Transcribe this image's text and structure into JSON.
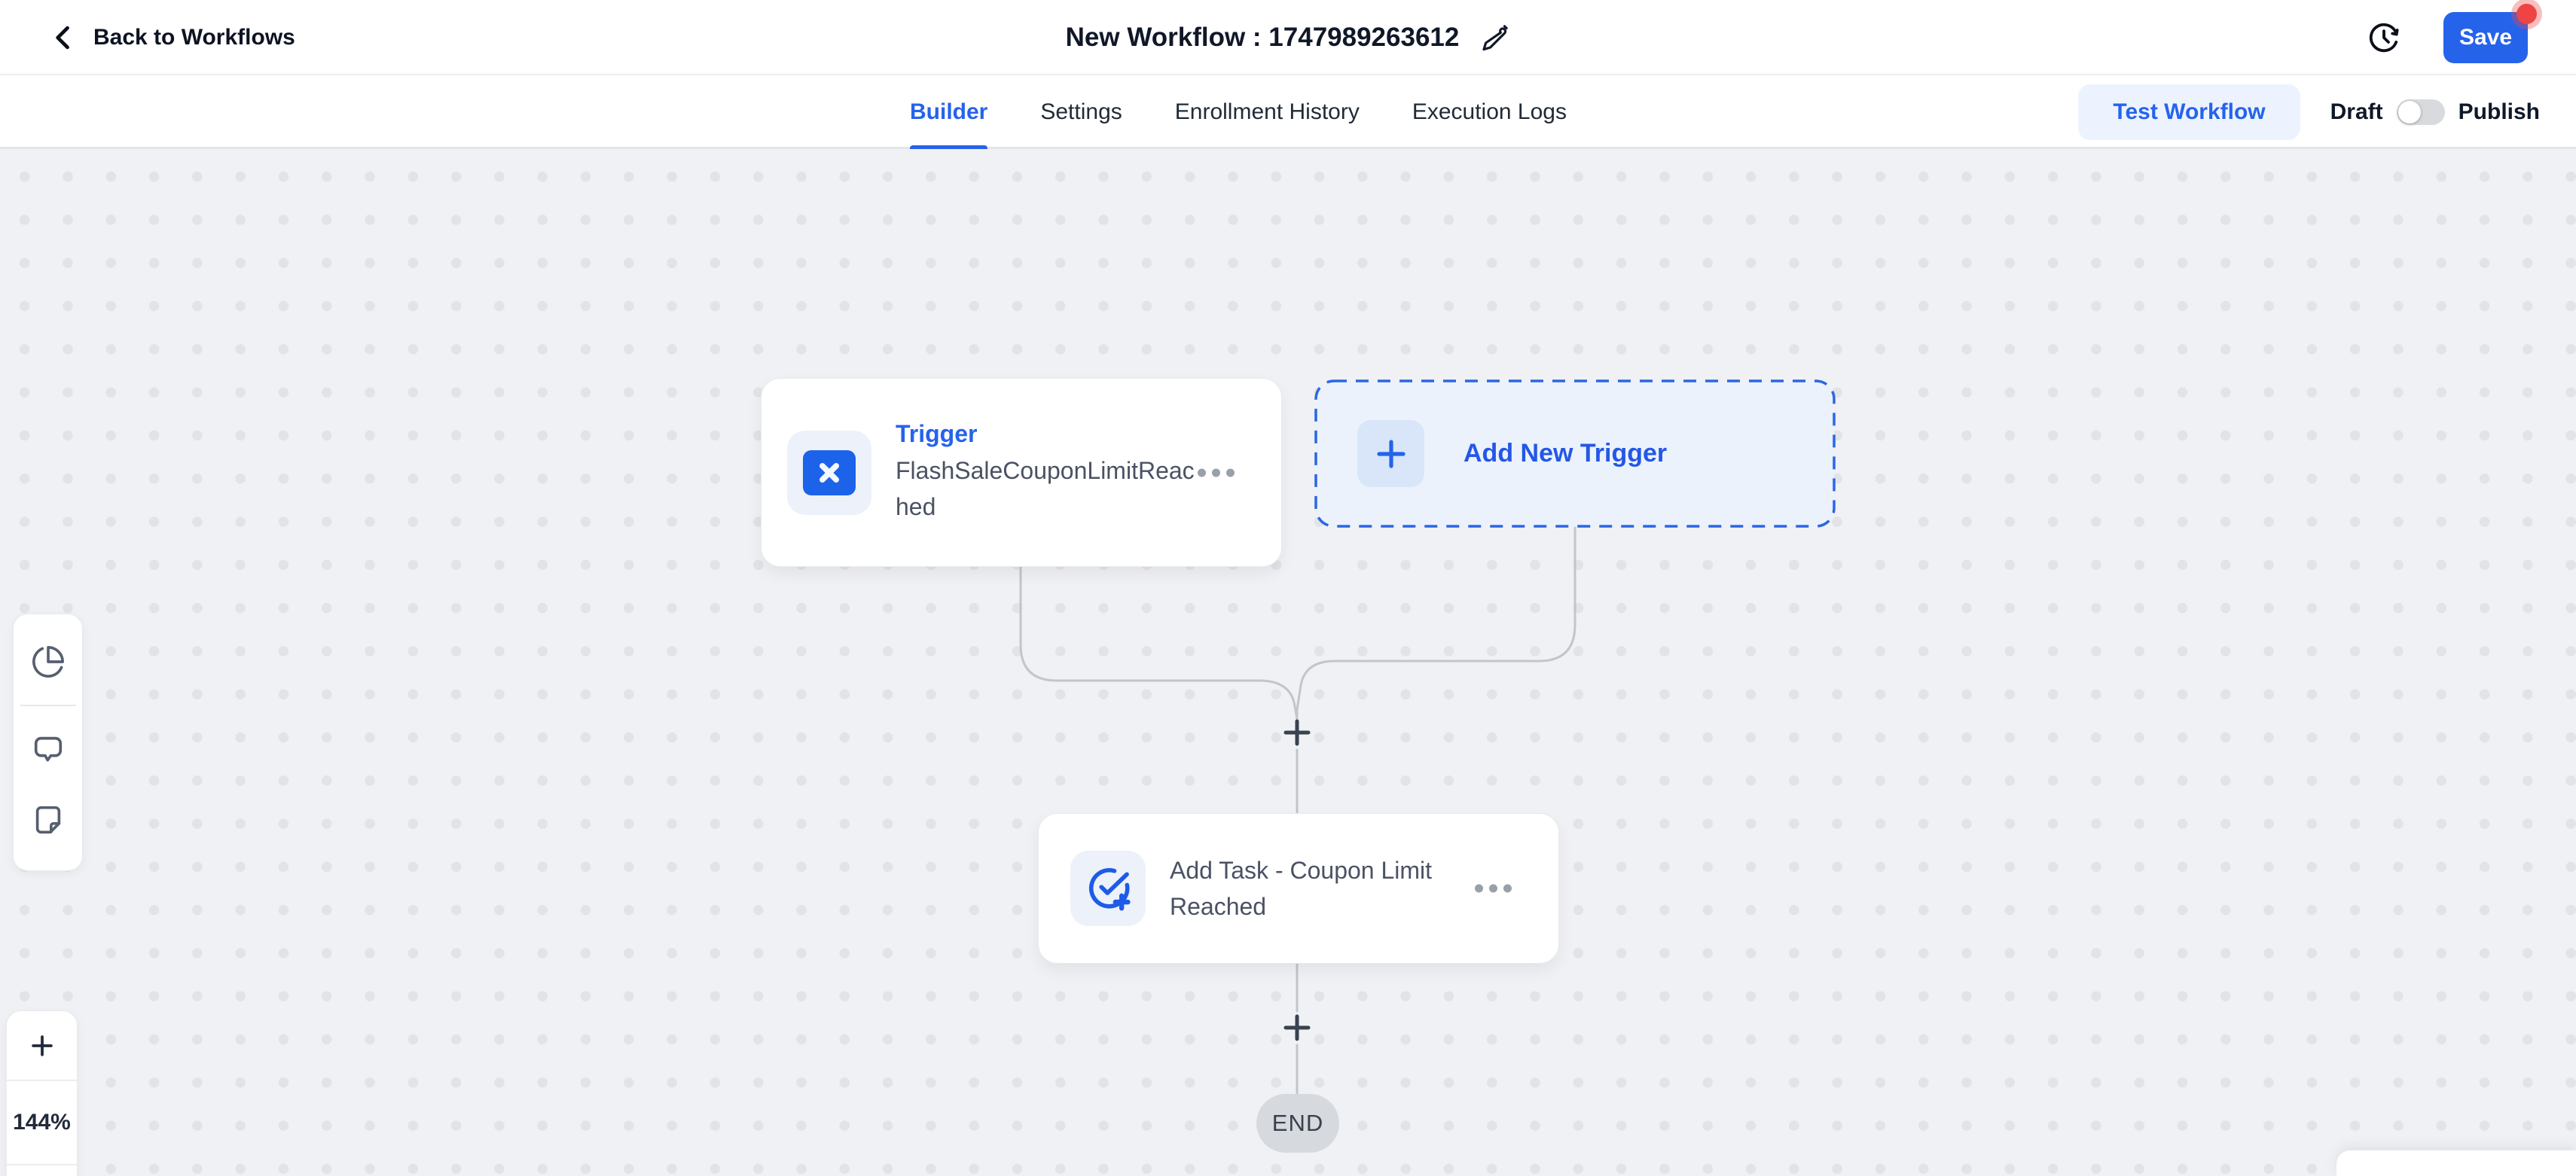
{
  "colors": {
    "accent": "#2563EB",
    "save_button_bg": "#2563EB",
    "alert_dot": "#EF4444",
    "canvas_bg": "#F0F1F4",
    "dashed_card_bg": "#EBF2FC",
    "node_icon_blue": "#1D63EA",
    "end_pill_bg": "#D6D9DE"
  },
  "topbar": {
    "back_label": "Back to Workflows",
    "title": "New Workflow : 1747989263612",
    "save_label": "Save",
    "save_has_alert_dot": true,
    "icons": [
      "chevron-left-icon",
      "pencil-icon",
      "clock-history-icon"
    ]
  },
  "tabbar": {
    "tabs": [
      {
        "label": "Builder",
        "active": true
      },
      {
        "label": "Settings",
        "active": false
      },
      {
        "label": "Enrollment History",
        "active": false
      },
      {
        "label": "Execution Logs",
        "active": false
      }
    ],
    "test_workflow_label": "Test Workflow",
    "draft_label": "Draft",
    "publish_label": "Publish",
    "publish_toggle_state": "off"
  },
  "canvas": {
    "zoom_level": "144%",
    "trigger_node": {
      "type_label": "Trigger",
      "name": "FlashSaleCouponLimitReached",
      "icon": "x-cross-icon",
      "menu": "ellipsis-menu"
    },
    "add_new_trigger": {
      "label": "Add New Trigger",
      "icon": "plus-icon"
    },
    "task_node": {
      "name": "Add Task - Coupon Limit Reached",
      "icon": "task-check-plus-icon",
      "menu": "ellipsis-menu"
    },
    "end_label": "END",
    "left_toolbar_icons": [
      "pie-chart-icon",
      "comment-bubble-icon",
      "note-icon"
    ]
  }
}
